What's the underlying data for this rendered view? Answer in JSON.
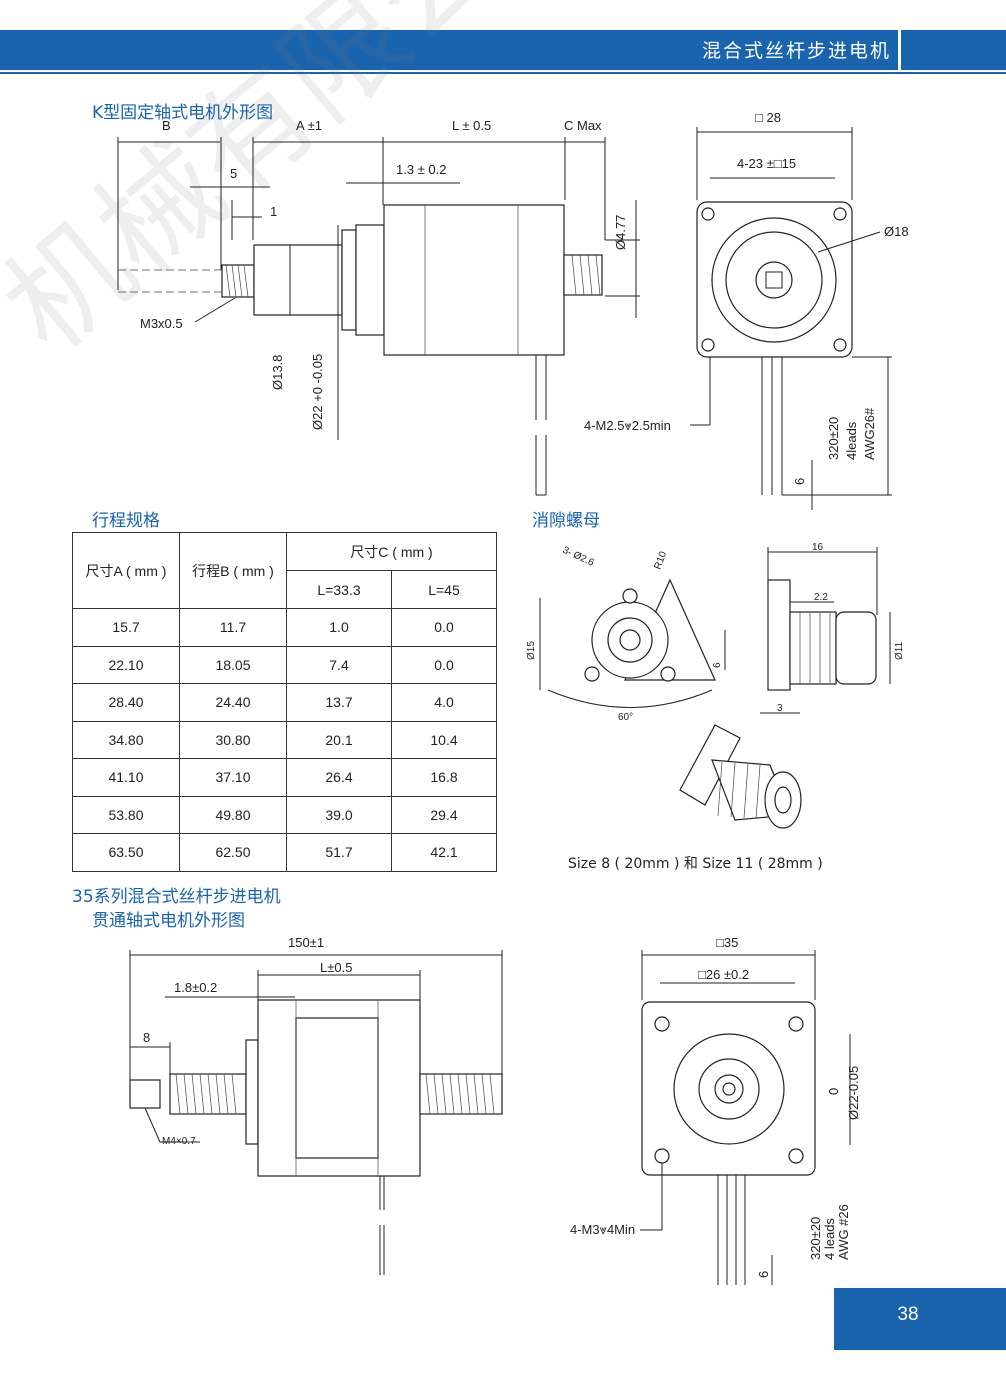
{
  "header": {
    "title": "混合式丝杆步进电机"
  },
  "watermark": "机械有限公司",
  "section1": {
    "title": "K型固定轴式电机外形图",
    "dims": {
      "B": "B",
      "A": "A ±1",
      "L": "L ± 0.5",
      "C": "C Max",
      "five": "5",
      "one": "1",
      "l13": "1.3 ± 0.2",
      "m3": "M3x0.5",
      "d138": "Ø13.8",
      "d22": "Ø22 +0 -0.05",
      "d477": "Ø4.77"
    }
  },
  "section1_front": {
    "dims": {
      "sq28": "□ 28",
      "sq15": "4-23 ±□15",
      "d18": "Ø18",
      "m25": "4-M2.5⩔2.5min",
      "leads": "320±20",
      "leads2": "4leads",
      "awg": "AWG26#",
      "six": "6"
    }
  },
  "table": {
    "title": "行程规格",
    "header": {
      "colA": "尺寸A ( mm )",
      "colB": "行程B ( mm )",
      "colC": "尺寸C ( mm )",
      "l1": "L=33.3",
      "l2": "L=45"
    },
    "rows": [
      [
        "15.7",
        "11.7",
        "1.0",
        "0.0"
      ],
      [
        "22.10",
        "18.05",
        "7.4",
        "0.0"
      ],
      [
        "28.40",
        "24.40",
        "13.7",
        "4.0"
      ],
      [
        "34.80",
        "30.80",
        "20.1",
        "10.4"
      ],
      [
        "41.10",
        "37.10",
        "26.4",
        "16.8"
      ],
      [
        "53.80",
        "49.80",
        "39.0",
        "29.4"
      ],
      [
        "63.50",
        "62.50",
        "51.7",
        "42.1"
      ]
    ]
  },
  "nut": {
    "title": "消隙螺母",
    "dims": {
      "d26": "3- Ø2.6",
      "r10": "R10",
      "d15": "Ø15",
      "six": "6",
      "sixty": "60°",
      "sixteen": "16",
      "two2": "2.2",
      "d11": "Ø11",
      "three": "3"
    },
    "caption": "Size 8 ( 20mm ) 和 Size 11 ( 28mm )"
  },
  "section2": {
    "title1": "35系列混合式丝杆步进电机",
    "title2": "贯通轴式电机外形图",
    "dims": {
      "d150": "150±1",
      "l05": "L±0.5",
      "d18": "1.8±0.2",
      "eight": "8",
      "m4": "M4×0.7"
    }
  },
  "section2_front": {
    "dims": {
      "sq35": "□35",
      "sq26": "□26 ±0.2",
      "d22": "Ø22-0.05",
      "zero": "0",
      "m3": "4-M3⩔4Min",
      "leads": "320±20",
      "leads2": "4 leads",
      "awg": "AWG #26",
      "six": "6"
    }
  },
  "page": {
    "number": "38"
  }
}
